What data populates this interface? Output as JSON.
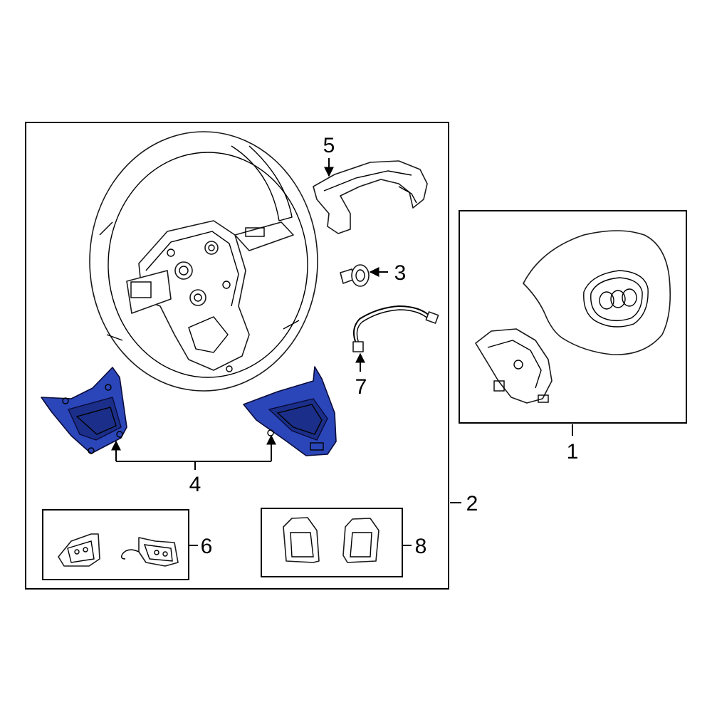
{
  "colors": {
    "highlight": "#2a46b8",
    "highlight_dark": "#1b2f8a",
    "line": "#000000"
  },
  "callouts": {
    "c1": "1",
    "c2": "2",
    "c3": "3",
    "c4": "4",
    "c5": "5",
    "c6": "6",
    "c7": "7",
    "c8": "8"
  }
}
